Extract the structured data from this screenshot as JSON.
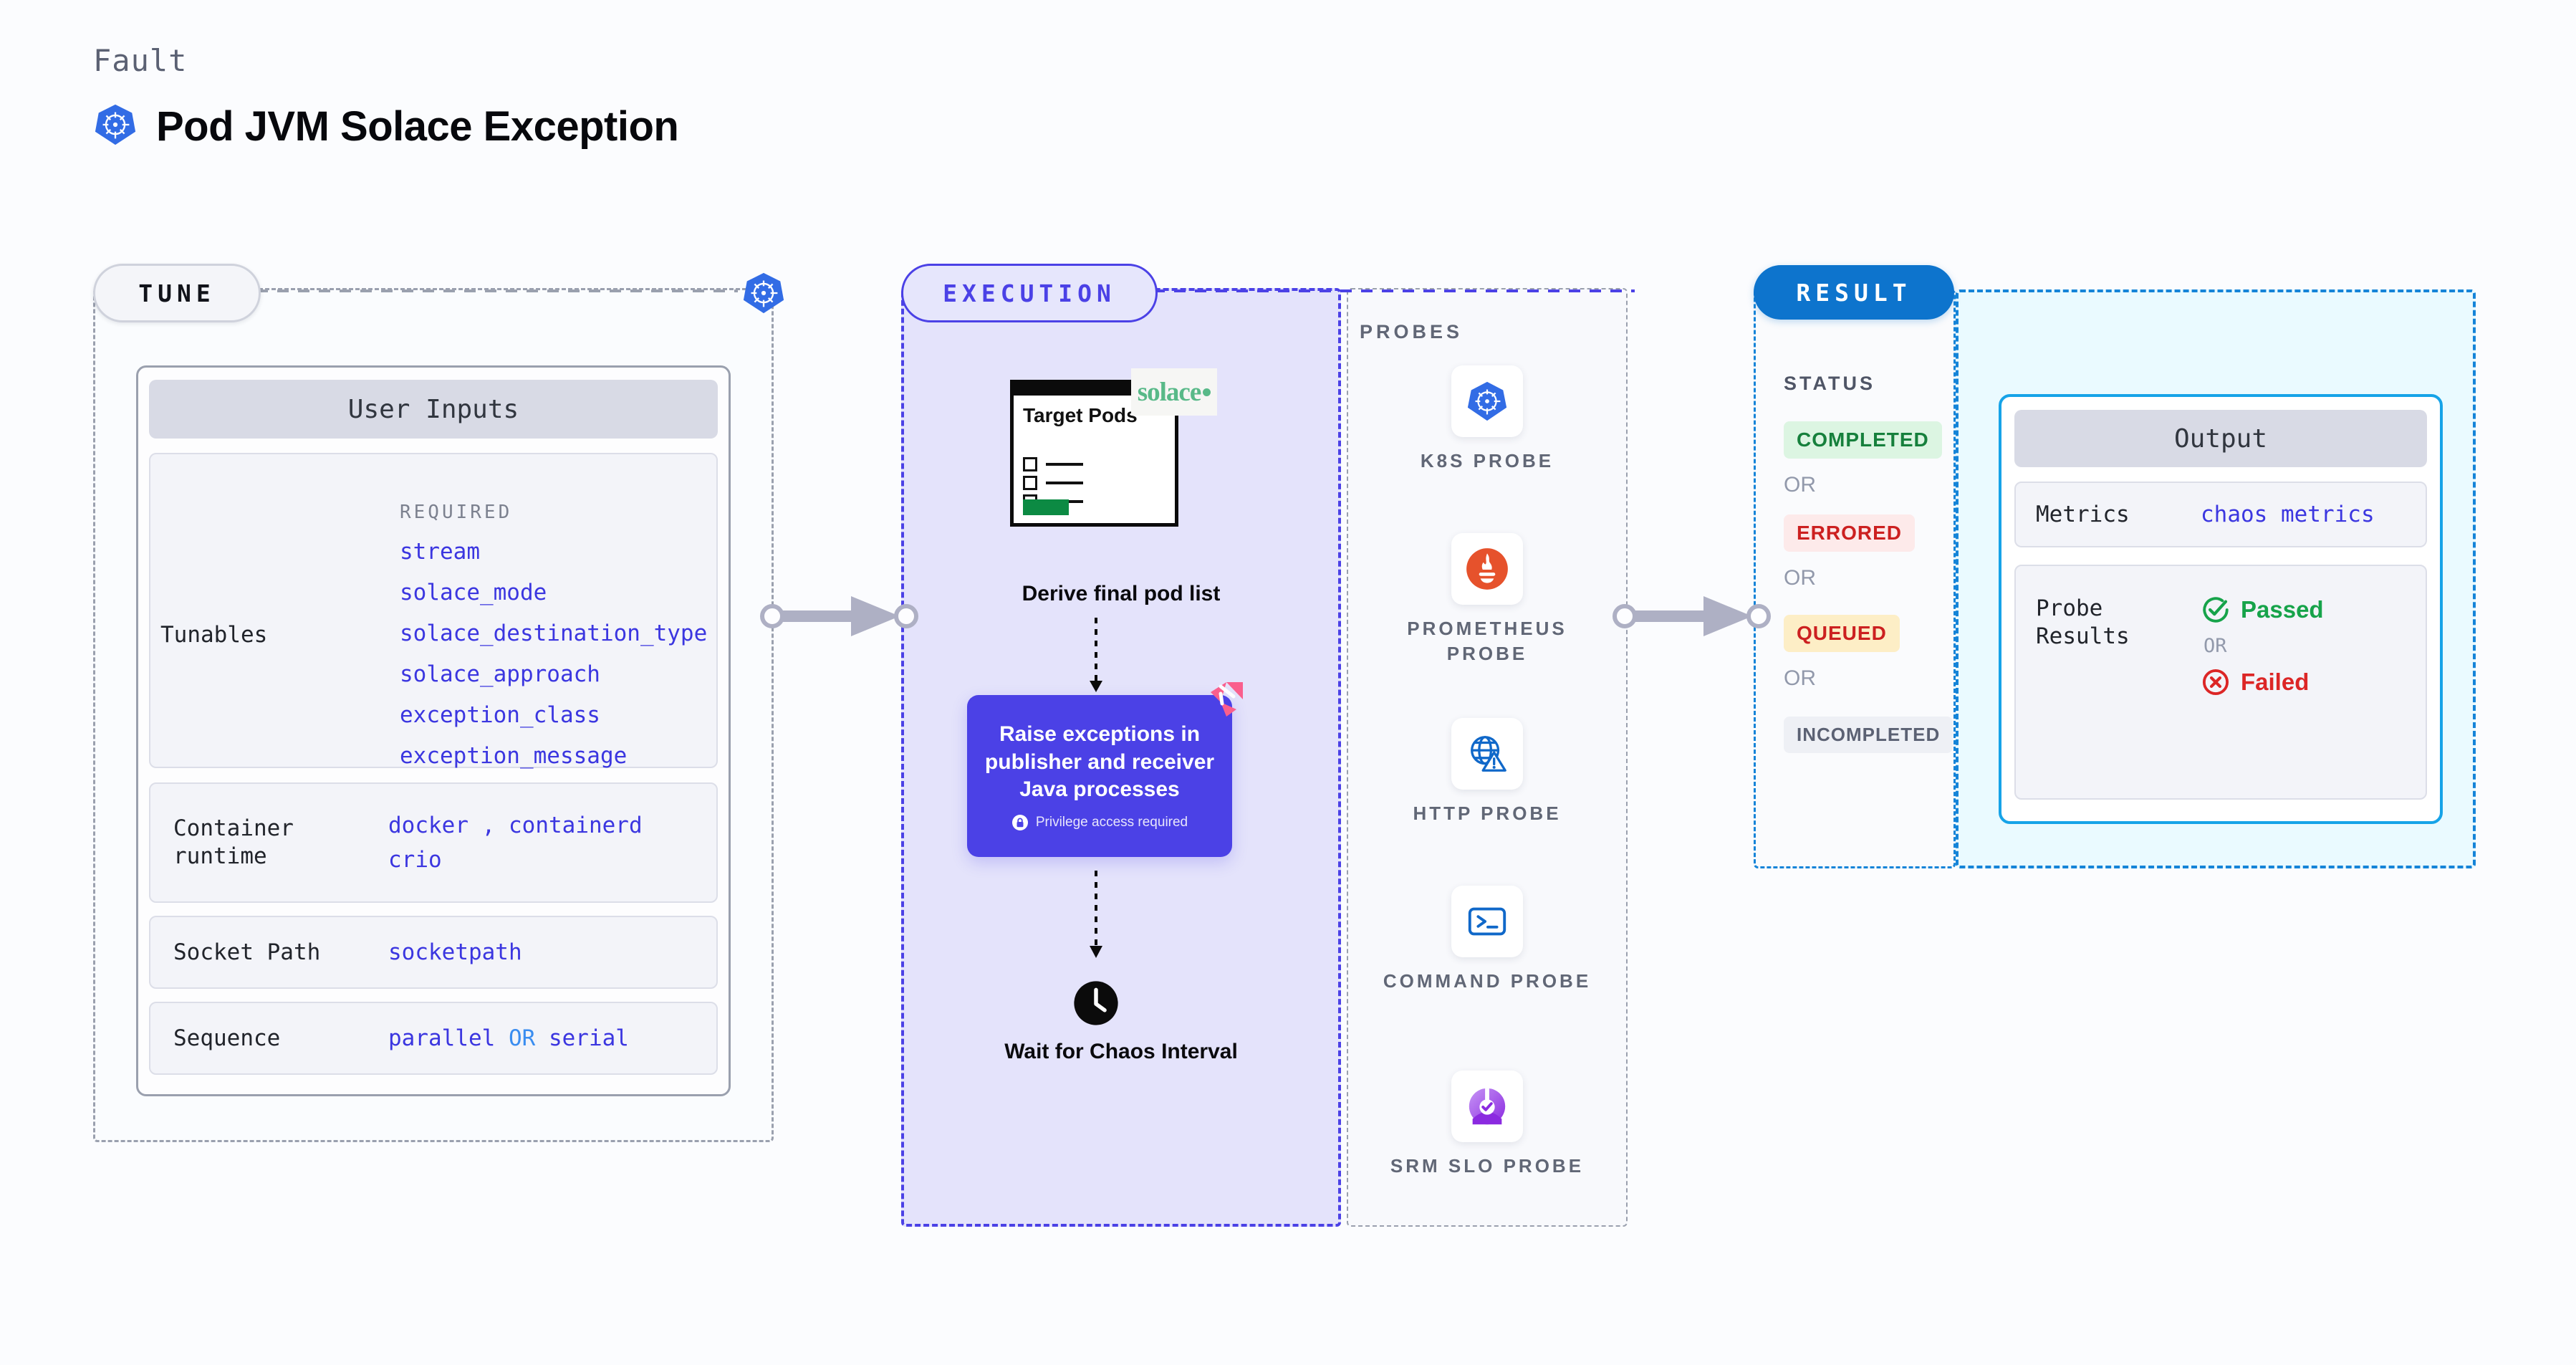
{
  "header": {
    "eyebrow": "Fault",
    "title": "Pod JVM Solace Exception",
    "icon": "kubernetes-icon"
  },
  "tune": {
    "tag": "TUNE",
    "edge_icon": "kubernetes-icon",
    "card_title": "User Inputs",
    "tunables": {
      "label": "Tunables",
      "required_heading": "REQUIRED",
      "values": [
        "stream",
        "solace_mode",
        "solace_destination_type",
        "solace_approach",
        "exception_class",
        "exception_message"
      ]
    },
    "rows": [
      {
        "label": "Container runtime",
        "values": [
          "docker",
          "containerd",
          "crio"
        ],
        "separator": ","
      },
      {
        "label": "Socket Path",
        "values": [
          "socketpath"
        ]
      },
      {
        "label": "Sequence",
        "values": [
          "parallel",
          "serial"
        ],
        "separator": "OR"
      }
    ]
  },
  "execution": {
    "tag": "EXECUTION",
    "target_pods": {
      "title": "Target Pods",
      "logo": "solace",
      "logo_text": "solace"
    },
    "derive_label": "Derive final pod list",
    "action": {
      "text": "Raise exceptions in publisher and receiver Java processes",
      "privilege_note": "Privilege access required",
      "privilege_icon": "lock-icon",
      "badge_icon": "litmus-chaos-icon",
      "color": "#4b41e6"
    },
    "wait": {
      "icon": "clock-icon",
      "label": "Wait for Chaos Interval"
    }
  },
  "probes": {
    "heading": "PROBES",
    "items": [
      {
        "name": "K8S PROBE",
        "icon": "kubernetes-icon"
      },
      {
        "name": "PROMETHEUS PROBE",
        "icon": "prometheus-icon"
      },
      {
        "name": "HTTP PROBE",
        "icon": "globe-warning-icon"
      },
      {
        "name": "COMMAND PROBE",
        "icon": "terminal-icon"
      },
      {
        "name": "SRM SLO PROBE",
        "icon": "srm-slo-icon"
      }
    ]
  },
  "result": {
    "tag": "RESULT",
    "status_heading": "STATUS",
    "or_text": "OR",
    "statuses": [
      {
        "label": "COMPLETED",
        "fg": "#16803c",
        "bg": "#dcf5e2"
      },
      {
        "label": "ERRORED",
        "fg": "#cc2020",
        "bg": "#fdeaea"
      },
      {
        "label": "QUEUED",
        "fg": "#cc2020",
        "bg": "#fdeec6"
      },
      {
        "label": "INCOMPLETED",
        "fg": "#5b6173",
        "bg": "#eef0f5"
      }
    ]
  },
  "output": {
    "card_title": "Output",
    "metrics": {
      "label": "Metrics",
      "value": "chaos metrics"
    },
    "probe_results": {
      "label": "Probe Results",
      "passed": "Passed",
      "failed": "Failed",
      "or_text": "OR",
      "passed_icon": "check-circle-icon",
      "failed_icon": "x-circle-icon"
    }
  },
  "connectors": {
    "tune_to_execution": "arrow-right",
    "execution_to_result": "arrow-right"
  },
  "colors": {
    "accent_purple": "#4b41e6",
    "accent_blue": "#0d74cd",
    "accent_cyan": "#16a3e8",
    "kubernetes_blue": "#326ce5",
    "success_green": "#16a34a",
    "error_red": "#dc2626",
    "solace_green": "#58b988"
  }
}
